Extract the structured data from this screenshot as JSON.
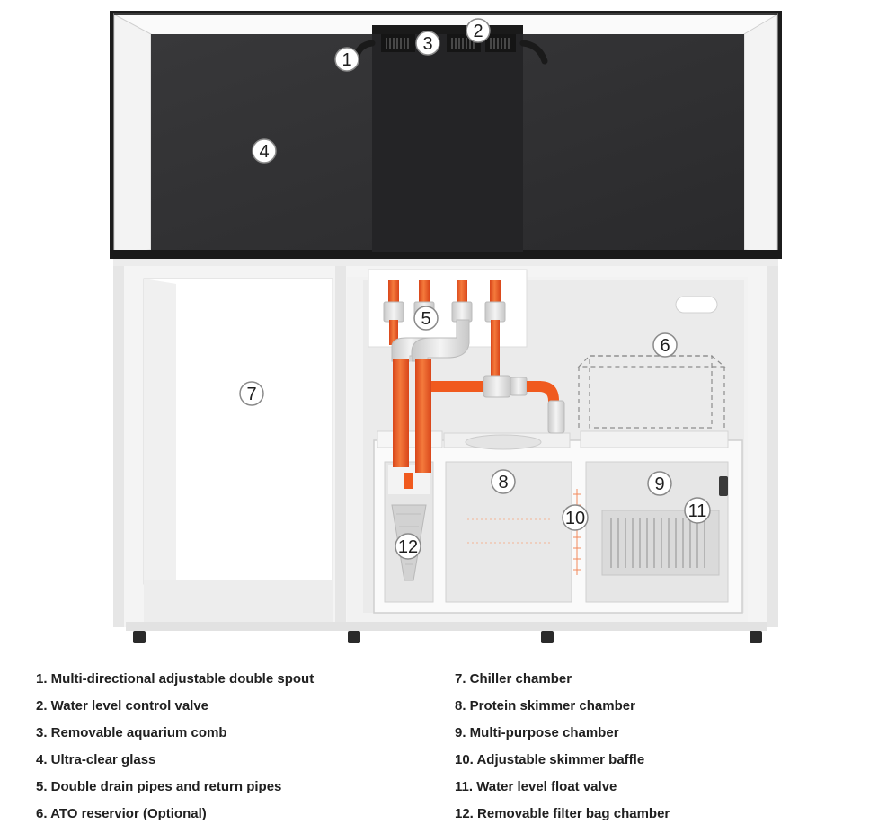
{
  "callouts": [
    {
      "id": "1",
      "label": "1"
    },
    {
      "id": "2",
      "label": "2"
    },
    {
      "id": "3",
      "label": "3"
    },
    {
      "id": "4",
      "label": "4"
    },
    {
      "id": "5",
      "label": "5"
    },
    {
      "id": "6",
      "label": "6"
    },
    {
      "id": "7",
      "label": "7"
    },
    {
      "id": "8",
      "label": "8"
    },
    {
      "id": "9",
      "label": "9"
    },
    {
      "id": "10",
      "label": "10"
    },
    {
      "id": "11",
      "label": "11"
    },
    {
      "id": "12",
      "label": "12"
    }
  ],
  "legend": {
    "left": [
      "1. Multi-directional adjustable double spout",
      "2. Water level control valve",
      "3. Removable aquarium comb",
      "4. Ultra-clear glass",
      "5. Double drain pipes and return pipes",
      "6. ATO reservior (Optional)"
    ],
    "right": [
      "7. Chiller chamber",
      "8. Protein skimmer chamber",
      "9. Multi-purpose chamber",
      "10. Adjustable skimmer baffle",
      "11. Water level float valve",
      "12. Removable filter bag chamber"
    ]
  },
  "colors": {
    "glass_dark": "#2f2f31",
    "frame": "#1c1c1c",
    "cabinet": "#f1f1f1",
    "pipe_orange": "#f05a1e",
    "fitting_grey": "#dcdcdc"
  }
}
